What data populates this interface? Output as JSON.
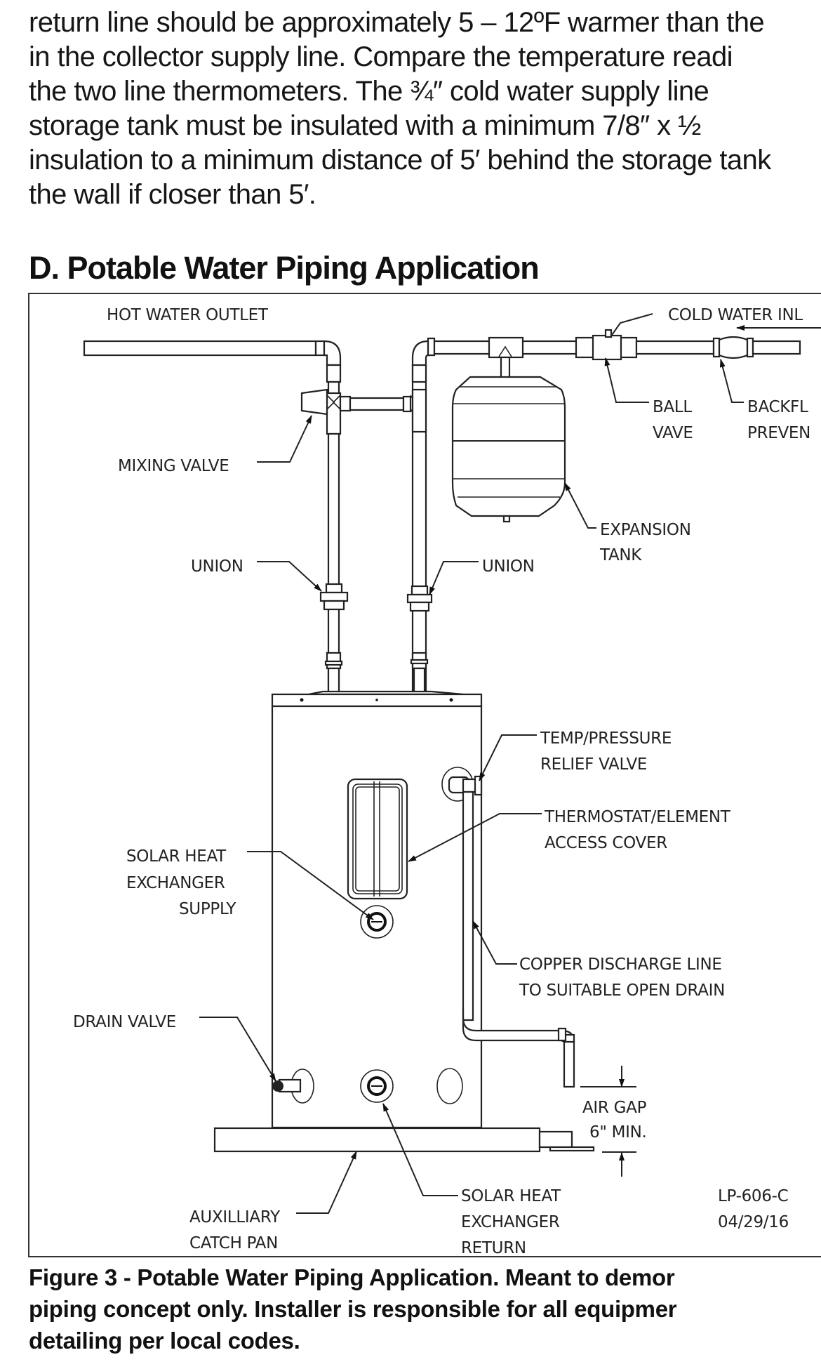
{
  "document": {
    "intro_paragraph": [
      "return line should be approximately 5 – 12ºF warmer than the",
      "in the collector supply line. Compare the temperature readi",
      "the two line thermometers. The ¾″ cold water supply line",
      "storage tank must be insulated with a minimum 7/8″ x ½",
      "insulation to a minimum distance of 5′ behind the storage tank",
      "the wall if closer than 5′."
    ],
    "section_heading": "D. Potable Water Piping Application",
    "figure": {
      "labels": {
        "hot_water_outlet": "HOT WATER OUTLET",
        "cold_water_inlet": "COLD WATER INL",
        "ball_valve_1": "BALL",
        "ball_valve_2": "VAVE",
        "backflow_1": "BACKFL",
        "backflow_2": "PREVEN",
        "mixing_valve": "MIXING VALVE",
        "expansion_tank_1": "EXPANSION",
        "expansion_tank_2": "TANK",
        "union_left": "UNION",
        "union_right": "UNION",
        "tp_relief_1": "TEMP/PRESSURE",
        "tp_relief_2": "RELIEF VALVE",
        "thermostat_1": "THERMOSTAT/ELEMENT",
        "thermostat_2": "ACCESS COVER",
        "solar_supply_1": "SOLAR HEAT",
        "solar_supply_2": "EXCHANGER",
        "solar_supply_3": "SUPPLY",
        "copper_discharge_1": "COPPER DISCHARGE LINE",
        "copper_discharge_2": "TO SUITABLE OPEN DRAIN",
        "drain_valve": "DRAIN VALVE",
        "air_gap_1": "AIR GAP",
        "air_gap_2": "6\" MIN.",
        "catch_pan_1": "AUXILLIARY",
        "catch_pan_2": "CATCH PAN",
        "solar_return_1": "SOLAR HEAT",
        "solar_return_2": "EXCHANGER",
        "solar_return_3": "RETURN",
        "drawing_number": "LP-606-C",
        "drawing_date": "04/29/16"
      }
    },
    "caption": [
      "Figure 3 - Potable Water Piping Application. Meant to demor",
      "piping concept only. Installer is responsible for all equipmer",
      "detailing per local codes."
    ]
  }
}
